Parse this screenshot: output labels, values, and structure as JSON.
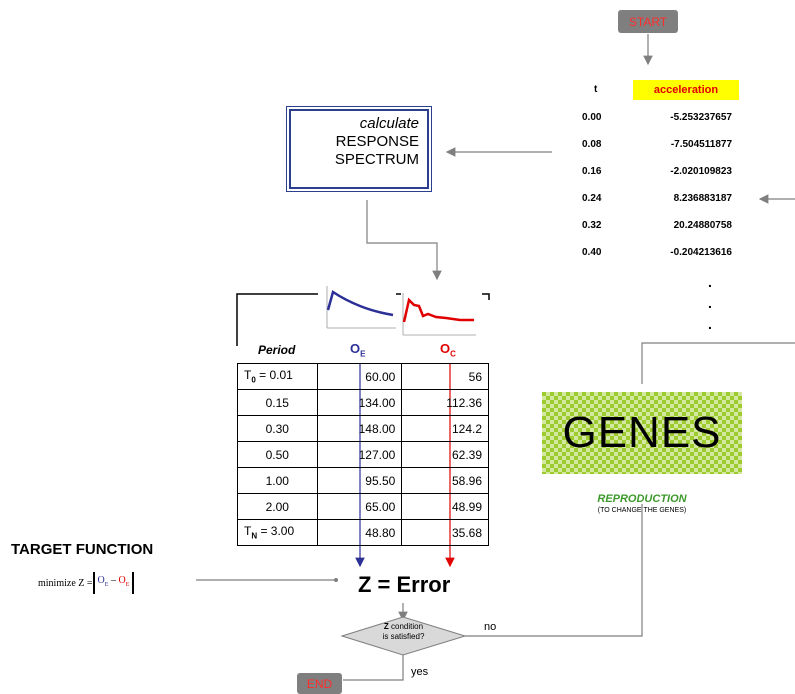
{
  "start_label": "START",
  "end_label": "END",
  "accel_table": {
    "t_header": "t",
    "acc_header": "acceleration",
    "rows": [
      {
        "t": "0.00",
        "a": "-5.253237657"
      },
      {
        "t": "0.08",
        "a": "-7.504511877"
      },
      {
        "t": "0.16",
        "a": "-2.020109823"
      },
      {
        "t": "0.24",
        "a": "8.236883187"
      },
      {
        "t": "0.32",
        "a": "20.24880758"
      },
      {
        "t": "0.40",
        "a": "-0.204213616"
      }
    ],
    "ellipsis": "."
  },
  "calc_box": {
    "line1": "calculate",
    "line2": "RESPONSE",
    "line3": "SPECTRUM"
  },
  "period_table": {
    "headers": {
      "period": "Period",
      "oe": "O",
      "oe_sub": "E",
      "oc": "O",
      "oc_sub": "C"
    },
    "rows": [
      {
        "p": "T",
        "p_sub": "0",
        "p_rest": " = 0.01",
        "oe": "60.00",
        "oc": "56"
      },
      {
        "p": "0.15",
        "oe": "134.00",
        "oc": "112.36"
      },
      {
        "p": "0.30",
        "oe": "148.00",
        "oc": "124.2"
      },
      {
        "p": "0.50",
        "oe": "127.00",
        "oc": "62.39"
      },
      {
        "p": "1.00",
        "oe": "95.50",
        "oc": "58.96"
      },
      {
        "p": "2.00",
        "oe": "65.00",
        "oc": "48.99"
      },
      {
        "p": "T",
        "p_sub": "N",
        "p_rest": " = 3.00",
        "oe": "48.80",
        "oc": "35.68"
      }
    ]
  },
  "genes_label": "GENES",
  "reproduction": {
    "title": "REPRODUCTION",
    "subtitle": "(TO CHANGE THE GENES)"
  },
  "target_function": {
    "title": "TARGET FUNCTION",
    "prefix": "minimize Z = ",
    "oe": "O",
    "oe_sub": "E",
    "minus": " – ",
    "oc": "O",
    "oc_sub": "E"
  },
  "z_error": "Z = Error",
  "decision": {
    "bold": "Z",
    "line1_rest": " condition",
    "line2": "is satisfied?"
  },
  "no_label": "no",
  "yes_label": "yes",
  "colors": {
    "oe": "#2b2f96",
    "oc": "#e00000",
    "genes": "#9ecb2e",
    "repro": "#3e9a2c",
    "arrow": "#7f7f7f"
  }
}
